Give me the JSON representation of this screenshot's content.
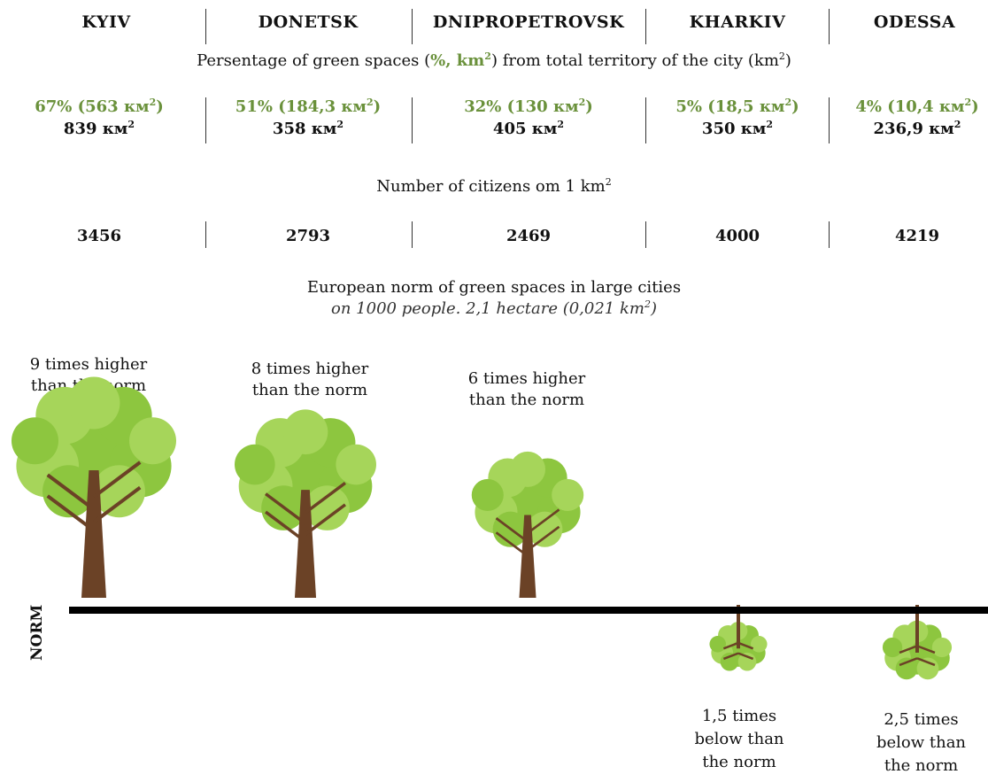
{
  "cities": [
    {
      "name": "KYIV",
      "green": "67% (563 км",
      "area": "839 км",
      "citizens": "3456",
      "note_lines": [
        "9 times higher",
        "than the norm"
      ],
      "tree_scale": 1.0
    },
    {
      "name": "DONETSK",
      "green": "51% (184,3 км",
      "area": "358 км",
      "citizens": "2793",
      "note_lines": [
        "8 times higher",
        "than the norm"
      ],
      "tree_scale": 0.86
    },
    {
      "name": "DNIPROPETROVSK",
      "green": "32% (130 км",
      "area": "405 км",
      "citizens": "2469",
      "note_lines": [
        "6 times higher",
        "than the norm"
      ],
      "tree_scale": 0.68
    },
    {
      "name": "KHARKIV",
      "green": "5% (18,5 км",
      "area": "350 км",
      "citizens": "4000",
      "note_lines": [
        "1,5 times",
        "below than",
        "the norm"
      ],
      "tree_scale": 0.35
    },
    {
      "name": "ODESSA",
      "green": "4% (10,4 км",
      "area": "236,9 км",
      "citizens": "4219",
      "note_lines": [
        "2,5 times",
        "below than",
        "the norm"
      ],
      "tree_scale": 0.42
    }
  ],
  "headings": {
    "percentage_pre": "Persentage of green spaces (",
    "percentage_green": "%, km",
    "percentage_mid": ") from total territory of the city (km",
    "percentage_post": ")",
    "sup2": "2",
    "citizens": "Number of citizens om 1 km",
    "norm_title": "European norm of green spaces in large cities",
    "norm_detail": "on 1000 people. 2,1 hectare (0,021 km",
    "norm_detail_post": ")",
    "close_paren": ")"
  },
  "norm_label": "NORM",
  "colors": {
    "foliage": "#8dc63f",
    "foliage_light": "#a6d55a",
    "trunk": "#6b4226",
    "green_text": "#6a913b",
    "line": "#000000"
  }
}
